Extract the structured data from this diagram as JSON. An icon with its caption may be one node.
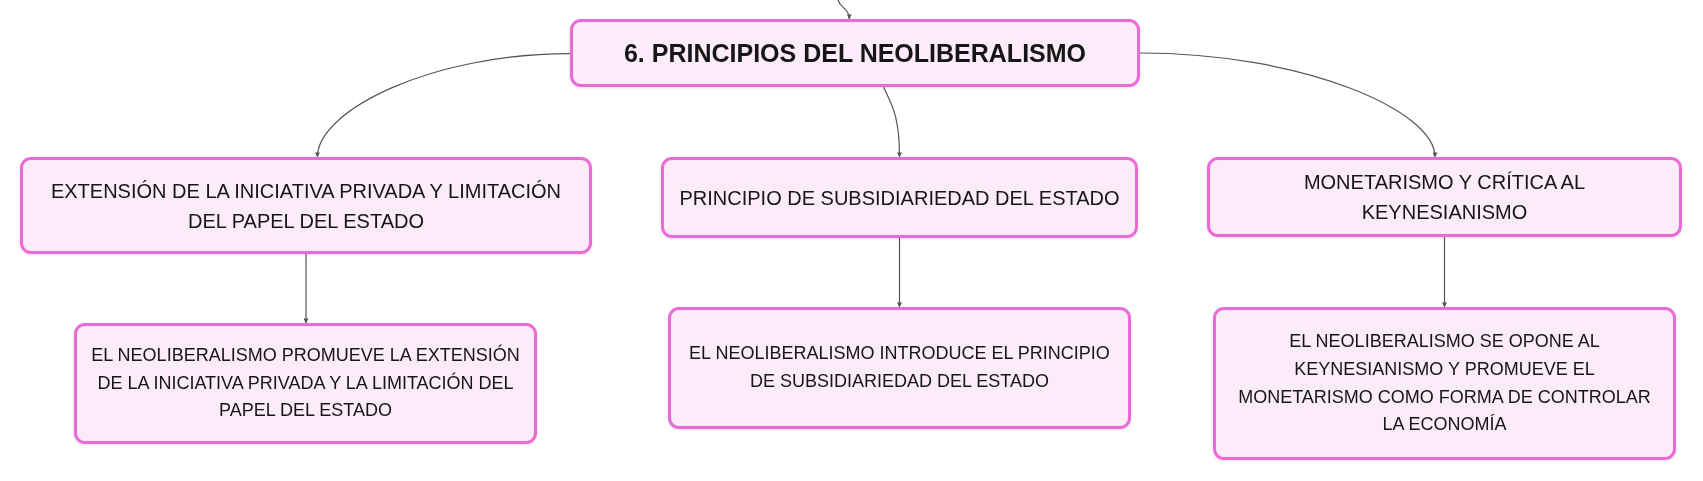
{
  "diagram": {
    "nodes": [
      {
        "text": [
          "6. PRINCIPIOS DEL NEOLIBERALISMO"
        ]
      },
      {
        "text": [
          "EXTENSIÓN DE LA INICIATIVA PRIVADA Y LIMITACIÓN DEL PAPEL DEL ESTADO"
        ]
      },
      {
        "text": [
          "PRINCIPIO DE SUBSIDIARIEDAD DEL ESTADO"
        ]
      },
      {
        "text": [
          "MONETARISMO Y CRÍTICA AL KEYNESIANISMO"
        ]
      },
      {
        "text": [
          "EL NEOLIBERALISMO PROMUEVE LA EXTENSIÓN DE LA INICIATIVA PRIVADA Y LA LIMITACIÓN DEL PAPEL DEL ESTADO"
        ]
      },
      {
        "text": [
          "EL NEOLIBERALISMO INTRODUCE EL PRINCIPIO DE SUBSIDIARIEDAD DEL ESTADO"
        ]
      },
      {
        "text": [
          "EL NEOLIBERALISMO SE OPONE AL KEYNESIANISMO Y PROMUEVE EL MONETARISMO COMO FORMA DE CONTROLAR LA ECONOMÍA"
        ]
      }
    ],
    "edges": [
      {
        "from": null,
        "to": 0,
        "arrow": "to"
      },
      {
        "from": 0,
        "to": 1,
        "arrow": "to"
      },
      {
        "from": 0,
        "to": 2,
        "arrow": "to"
      },
      {
        "from": 0,
        "to": 3,
        "arrow": "to"
      },
      {
        "from": 1,
        "to": 4,
        "arrow": "to"
      },
      {
        "from": 2,
        "to": 5,
        "arrow": "to"
      },
      {
        "from": 3,
        "to": 6,
        "arrow": "to"
      }
    ]
  }
}
